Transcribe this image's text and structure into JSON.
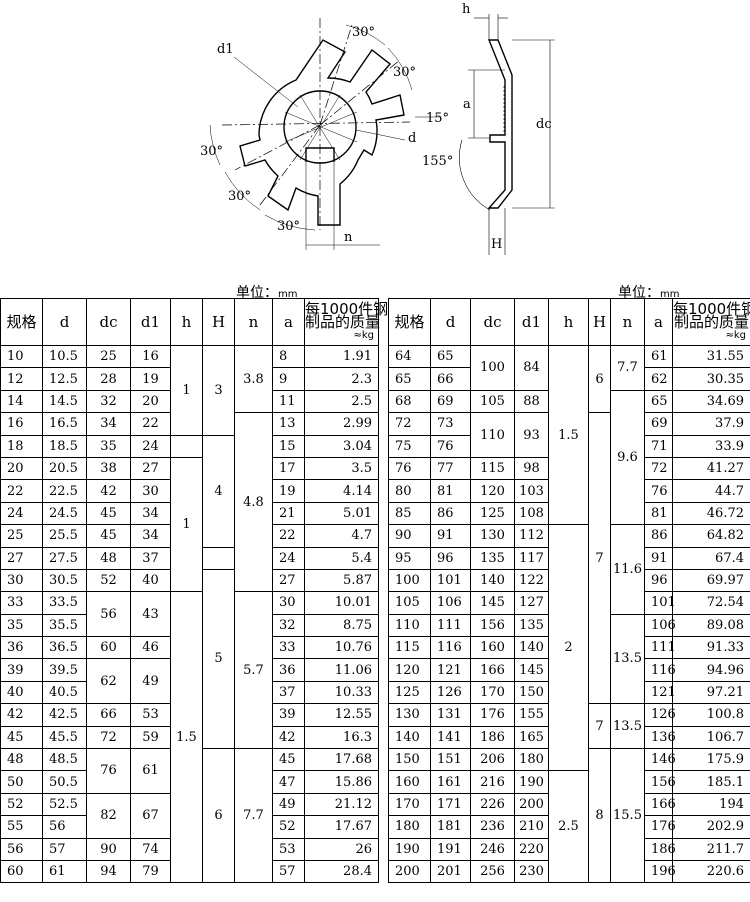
{
  "drawing": {
    "labels": {
      "d1": "d1",
      "d": "d",
      "n": "n",
      "h": "h",
      "H": "H",
      "a": "a",
      "dc": "dc",
      "ang_top": "30°",
      "ang_right_top": "30°",
      "ang_right": "15°",
      "ang_left": "30°",
      "ang_left_low": "30°",
      "ang_bottom": "30°",
      "ang_side": "155°"
    }
  },
  "unit_left": "单位：",
  "unit_right": "单位：",
  "unit_mm": "mm",
  "headers": {
    "spec": "规格",
    "d": "d",
    "dc": "dc",
    "d1": "d1",
    "h": "h",
    "H": "H",
    "n": "n",
    "a": "a",
    "mass_line1": "每1000件钢",
    "mass_line2": "制品的质量",
    "mass_line3": "≈kg"
  },
  "left_rows": [
    {
      "spec": "10",
      "d": "10.5",
      "dc": "25",
      "d1": "16",
      "a": "8",
      "mass": "1.91"
    },
    {
      "spec": "12",
      "d": "12.5",
      "dc": "28",
      "d1": "19",
      "a": "9",
      "mass": "2.3"
    },
    {
      "spec": "14",
      "d": "14.5",
      "dc": "32",
      "d1": "20",
      "a": "11",
      "mass": "2.5"
    },
    {
      "spec": "16",
      "d": "16.5",
      "dc": "34",
      "d1": "22",
      "a": "13",
      "mass": "2.99"
    },
    {
      "spec": "18",
      "d": "18.5",
      "dc": "35",
      "d1": "24",
      "a": "15",
      "mass": "3.04"
    },
    {
      "spec": "20",
      "d": "20.5",
      "dc": "38",
      "d1": "27",
      "a": "17",
      "mass": "3.5"
    },
    {
      "spec": "22",
      "d": "22.5",
      "dc": "42",
      "d1": "30",
      "a": "19",
      "mass": "4.14"
    },
    {
      "spec": "24",
      "d": "24.5",
      "dc": "45",
      "d1": "34",
      "a": "21",
      "mass": "5.01"
    },
    {
      "spec": "25",
      "d": "25.5",
      "dc": "45",
      "d1": "34",
      "a": "22",
      "mass": "4.7"
    },
    {
      "spec": "27",
      "d": "27.5",
      "dc": "48",
      "d1": "37",
      "a": "24",
      "mass": "5.4"
    },
    {
      "spec": "30",
      "d": "30.5",
      "dc": "52",
      "d1": "40",
      "a": "27",
      "mass": "5.87"
    },
    {
      "spec": "33",
      "d": "33.5",
      "dc": "56",
      "d1": "43",
      "a": "30",
      "mass": "10.01"
    },
    {
      "spec": "35",
      "d": "35.5",
      "dc": "",
      "d1": "",
      "a": "32",
      "mass": "8.75"
    },
    {
      "spec": "36",
      "d": "36.5",
      "dc": "60",
      "d1": "46",
      "a": "33",
      "mass": "10.76"
    },
    {
      "spec": "39",
      "d": "39.5",
      "dc": "62",
      "d1": "49",
      "a": "36",
      "mass": "11.06"
    },
    {
      "spec": "40",
      "d": "40.5",
      "dc": "",
      "d1": "",
      "a": "37",
      "mass": "10.33"
    },
    {
      "spec": "42",
      "d": "42.5",
      "dc": "66",
      "d1": "53",
      "a": "39",
      "mass": "12.55"
    },
    {
      "spec": "45",
      "d": "45.5",
      "dc": "72",
      "d1": "59",
      "a": "42",
      "mass": "16.3"
    },
    {
      "spec": "48",
      "d": "48.5",
      "dc": "76",
      "d1": "61",
      "a": "45",
      "mass": "17.68"
    },
    {
      "spec": "50",
      "d": "50.5",
      "dc": "",
      "d1": "",
      "a": "47",
      "mass": "15.86"
    },
    {
      "spec": "52",
      "d": "52.5",
      "dc": "82",
      "d1": "67",
      "a": "49",
      "mass": "21.12"
    },
    {
      "spec": "55",
      "d": "56",
      "dc": "",
      "d1": "",
      "a": "52",
      "mass": "17.67"
    },
    {
      "spec": "56",
      "d": "57",
      "dc": "90",
      "d1": "74",
      "a": "53",
      "mass": "26"
    },
    {
      "spec": "60",
      "d": "61",
      "dc": "94",
      "d1": "79",
      "a": "57",
      "mass": "28.4"
    }
  ],
  "left_merged": {
    "h_1": "1",
    "h_2": "1",
    "h_3": "1.5",
    "H_1": "3",
    "H_2": "4",
    "H_3": "5",
    "H_4": "6",
    "n_1": "3.8",
    "n_2": "4.8",
    "n_3": "5.7",
    "n_4": "7.7"
  },
  "right_rows": [
    {
      "spec": "64",
      "d": "65",
      "dc": "100",
      "d1": "84",
      "a": "61",
      "mass": "31.55"
    },
    {
      "spec": "65",
      "d": "66",
      "dc": "",
      "d1": "",
      "a": "62",
      "mass": "30.35"
    },
    {
      "spec": "68",
      "d": "69",
      "dc": "105",
      "d1": "88",
      "a": "65",
      "mass": "34.69"
    },
    {
      "spec": "72",
      "d": "73",
      "dc": "110",
      "d1": "93",
      "a": "69",
      "mass": "37.9"
    },
    {
      "spec": "75",
      "d": "76",
      "dc": "",
      "d1": "",
      "a": "71",
      "mass": "33.9"
    },
    {
      "spec": "76",
      "d": "77",
      "dc": "115",
      "d1": "98",
      "a": "72",
      "mass": "41.27"
    },
    {
      "spec": "80",
      "d": "81",
      "dc": "120",
      "d1": "103",
      "a": "76",
      "mass": "44.7"
    },
    {
      "spec": "85",
      "d": "86",
      "dc": "125",
      "d1": "108",
      "a": "81",
      "mass": "46.72"
    },
    {
      "spec": "90",
      "d": "91",
      "dc": "130",
      "d1": "112",
      "a": "86",
      "mass": "64.82"
    },
    {
      "spec": "95",
      "d": "96",
      "dc": "135",
      "d1": "117",
      "a": "91",
      "mass": "67.4"
    },
    {
      "spec": "100",
      "d": "101",
      "dc": "140",
      "d1": "122",
      "a": "96",
      "mass": "69.97"
    },
    {
      "spec": "105",
      "d": "106",
      "dc": "145",
      "d1": "127",
      "a": "101",
      "mass": "72.54"
    },
    {
      "spec": "110",
      "d": "111",
      "dc": "156",
      "d1": "135",
      "a": "106",
      "mass": "89.08"
    },
    {
      "spec": "115",
      "d": "116",
      "dc": "160",
      "d1": "140",
      "a": "111",
      "mass": "91.33"
    },
    {
      "spec": "120",
      "d": "121",
      "dc": "166",
      "d1": "145",
      "a": "116",
      "mass": "94.96"
    },
    {
      "spec": "125",
      "d": "126",
      "dc": "170",
      "d1": "150",
      "a": "121",
      "mass": "97.21"
    },
    {
      "spec": "130",
      "d": "131",
      "dc": "176",
      "d1": "155",
      "a": "126",
      "mass": "100.8"
    },
    {
      "spec": "140",
      "d": "141",
      "dc": "186",
      "d1": "165",
      "a": "136",
      "mass": "106.7"
    },
    {
      "spec": "150",
      "d": "151",
      "dc": "206",
      "d1": "180",
      "a": "146",
      "mass": "175.9"
    },
    {
      "spec": "160",
      "d": "161",
      "dc": "216",
      "d1": "190",
      "a": "156",
      "mass": "185.1"
    },
    {
      "spec": "170",
      "d": "171",
      "dc": "226",
      "d1": "200",
      "a": "166",
      "mass": "194"
    },
    {
      "spec": "180",
      "d": "181",
      "dc": "236",
      "d1": "210",
      "a": "176",
      "mass": "202.9"
    },
    {
      "spec": "190",
      "d": "191",
      "dc": "246",
      "d1": "220",
      "a": "186",
      "mass": "211.7"
    },
    {
      "spec": "200",
      "d": "201",
      "dc": "256",
      "d1": "230",
      "a": "196",
      "mass": "220.6"
    }
  ],
  "right_merged": {
    "h_1": "1.5",
    "h_2": "2",
    "h_3": "2.5",
    "H_1": "6",
    "H_2": "7",
    "H_3": "7",
    "H_4": "8",
    "n_1": "7.7",
    "n_2": "9.6",
    "n_3": "11.6",
    "n_4": "13.5",
    "n_5": "13.5",
    "n_6": "15.5"
  }
}
